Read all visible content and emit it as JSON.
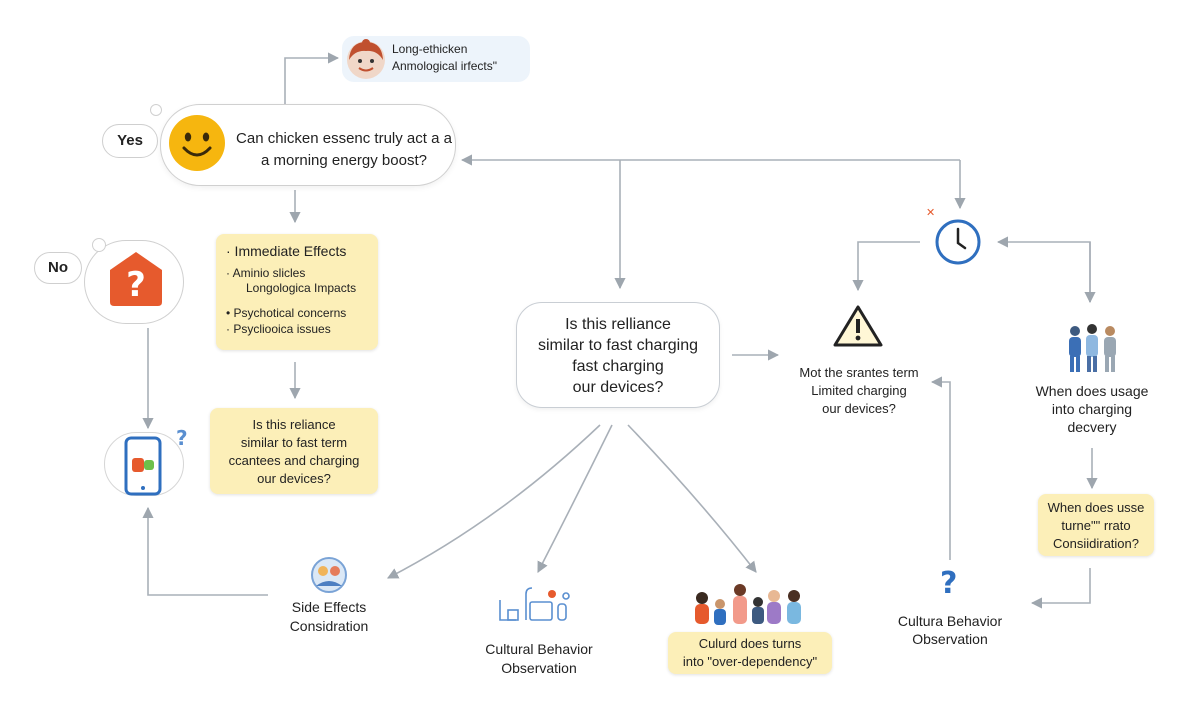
{
  "question_node": {
    "line1": "Can chicken essenc truly act a a",
    "line2": "a morning energy boost?"
  },
  "yes_label": "Yes",
  "no_label": "No",
  "top_bubble": {
    "line1": "Long-ethicken",
    "line2": "Anmological irfects\""
  },
  "effects_box": {
    "items": [
      "· Immediate Effects",
      "· Aminio slicles",
      "Longologica Impacts",
      "• Psychotical concerns",
      "· Psycliooica issues"
    ]
  },
  "reliance_small": {
    "lines": [
      "Is this reliance",
      "similar to fast term",
      "ccantees and charging",
      "our devices?"
    ]
  },
  "reliance_center": {
    "lines": [
      "Is this relliance",
      "similar to fast charging",
      "fast charging",
      "our devices?"
    ]
  },
  "warning_text": {
    "lines": [
      "Mot the srantes term",
      "Limited charging",
      "our devices?"
    ]
  },
  "usage_text": {
    "lines": [
      "When does usage",
      "into charging",
      "decvery"
    ]
  },
  "usage_box": {
    "lines": [
      "When does usse",
      "turne\"\" rrato",
      "Consiidiration?"
    ]
  },
  "side_effects": {
    "lines": [
      "Side Effects",
      "Considration"
    ]
  },
  "cultural_left": {
    "lines": [
      "Cultural Behavior",
      "Observation"
    ]
  },
  "cultural_right": {
    "lines": [
      "Cultura Behavior",
      "Observation"
    ]
  },
  "culture_box": {
    "lines": [
      "Culurd does turns",
      "into \"over-dependency\""
    ]
  },
  "colors": {
    "yellow_box": "#fcefb8",
    "arrow": "#a9b0b8",
    "red_icon": "#e65a2d",
    "blue_icon": "#2f6fbf",
    "smiley": "#f6b60f"
  }
}
